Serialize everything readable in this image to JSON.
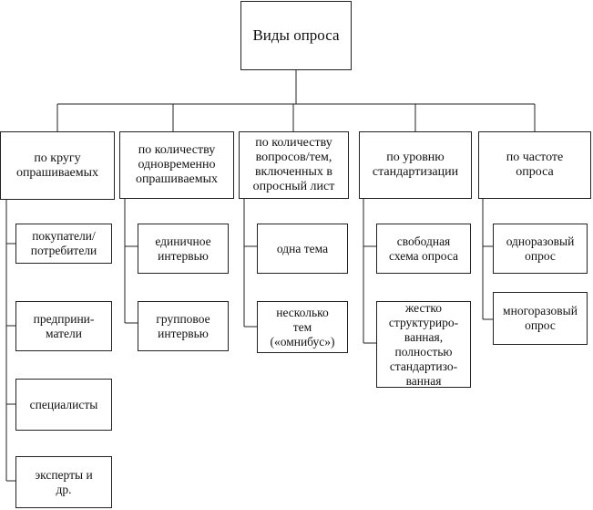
{
  "title": "Виды опроса",
  "categories": [
    {
      "label": "по кругу\nопрашиваемых",
      "items": [
        "покупатели/\nпотребители",
        "предприни-\nматели",
        "специалисты",
        "эксперты и\nдр."
      ]
    },
    {
      "label": "по количеству\nодновременно\nопрашиваемых",
      "items": [
        "единичное\nинтервью",
        "групповое\nинтервью"
      ]
    },
    {
      "label": "по количеству\nвопросов/тем,\nвключенных в\nопросный лист",
      "items": [
        "одна тема",
        "несколько\nтем\n(«омнибус»)"
      ]
    },
    {
      "label": "по уровню\nстандартизации",
      "items": [
        "свободная\nсхема опроса",
        "жестко\nструктуриро-\nванная,\nполностью\nстандартизо-\nванная"
      ]
    },
    {
      "label": "по частоте\nопроса",
      "items": [
        "одноразовый\nопрос",
        "многоразовый\nопрос"
      ]
    }
  ]
}
